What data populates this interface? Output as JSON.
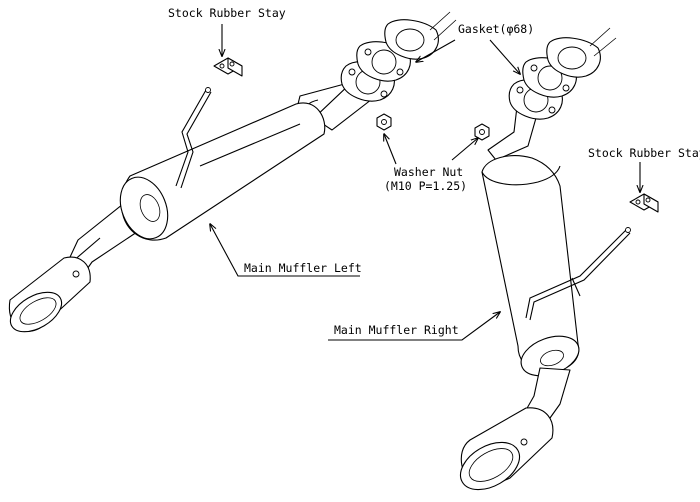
{
  "labels": {
    "stay_left": "Stock Rubber Stay",
    "gasket": "Gasket(φ68)",
    "washer_nut_line1": "Washer Nut",
    "washer_nut_line2": "(M10 P=1.25)",
    "stay_right": "Stock Rubber Stay",
    "muffler_left": "Main Muffler Left",
    "muffler_right": "Main Muffler Right"
  }
}
